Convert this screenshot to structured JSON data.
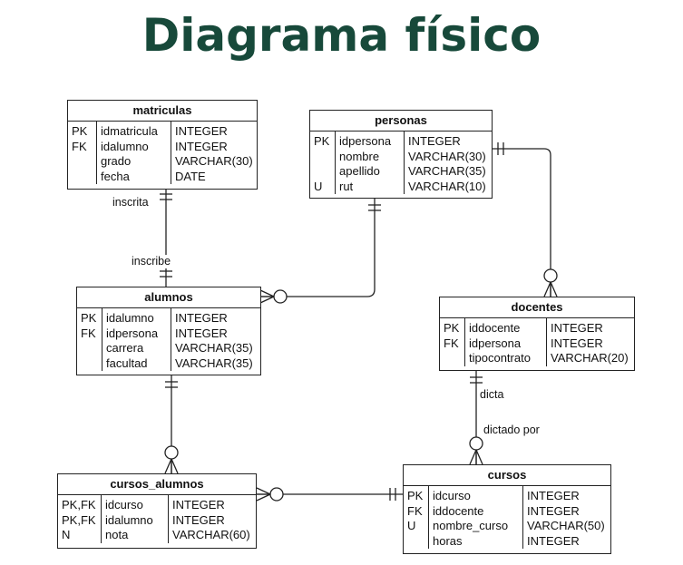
{
  "title": "Diagrama físico",
  "tables": {
    "matriculas": {
      "name": "matriculas",
      "keys": [
        "PK",
        "FK",
        "",
        ""
      ],
      "fields": [
        "idmatricula",
        "idalumno",
        "grado",
        "fecha"
      ],
      "types": [
        "INTEGER",
        "INTEGER",
        "VARCHAR(30)",
        "DATE"
      ]
    },
    "personas": {
      "name": "personas",
      "keys": [
        "PK",
        "",
        "",
        "U"
      ],
      "fields": [
        "idpersona",
        "nombre",
        "apellido",
        "rut"
      ],
      "types": [
        "INTEGER",
        "VARCHAR(30)",
        "VARCHAR(35)",
        "VARCHAR(10)"
      ]
    },
    "alumnos": {
      "name": "alumnos",
      "keys": [
        "PK",
        "FK",
        "",
        ""
      ],
      "fields": [
        "idalumno",
        "idpersona",
        "carrera",
        "facultad"
      ],
      "types": [
        "INTEGER",
        "INTEGER",
        "VARCHAR(35)",
        "VARCHAR(35)"
      ]
    },
    "docentes": {
      "name": "docentes",
      "keys": [
        "PK",
        "FK",
        ""
      ],
      "fields": [
        "iddocente",
        "idpersona",
        "tipocontrato"
      ],
      "types": [
        "INTEGER",
        "INTEGER",
        "VARCHAR(20)"
      ]
    },
    "cursos_alumnos": {
      "name": "cursos_alumnos",
      "keys": [
        "PK,FK",
        "PK,FK",
        "N"
      ],
      "fields": [
        "idcurso",
        "idalumno",
        "nota"
      ],
      "types": [
        "INTEGER",
        "INTEGER",
        "VARCHAR(60)"
      ]
    },
    "cursos": {
      "name": "cursos",
      "keys": [
        "PK",
        "FK",
        "U",
        ""
      ],
      "fields": [
        "idcurso",
        "iddocente",
        "nombre_curso",
        "horas"
      ],
      "types": [
        "INTEGER",
        "INTEGER",
        "VARCHAR(50)",
        "INTEGER"
      ]
    }
  },
  "relationship_labels": {
    "inscrita": "inscrita",
    "inscribe": "inscribe",
    "dicta": "dicta",
    "dictado_por": "dictado por"
  },
  "line_color": "#222222",
  "title_color": "#17493a"
}
